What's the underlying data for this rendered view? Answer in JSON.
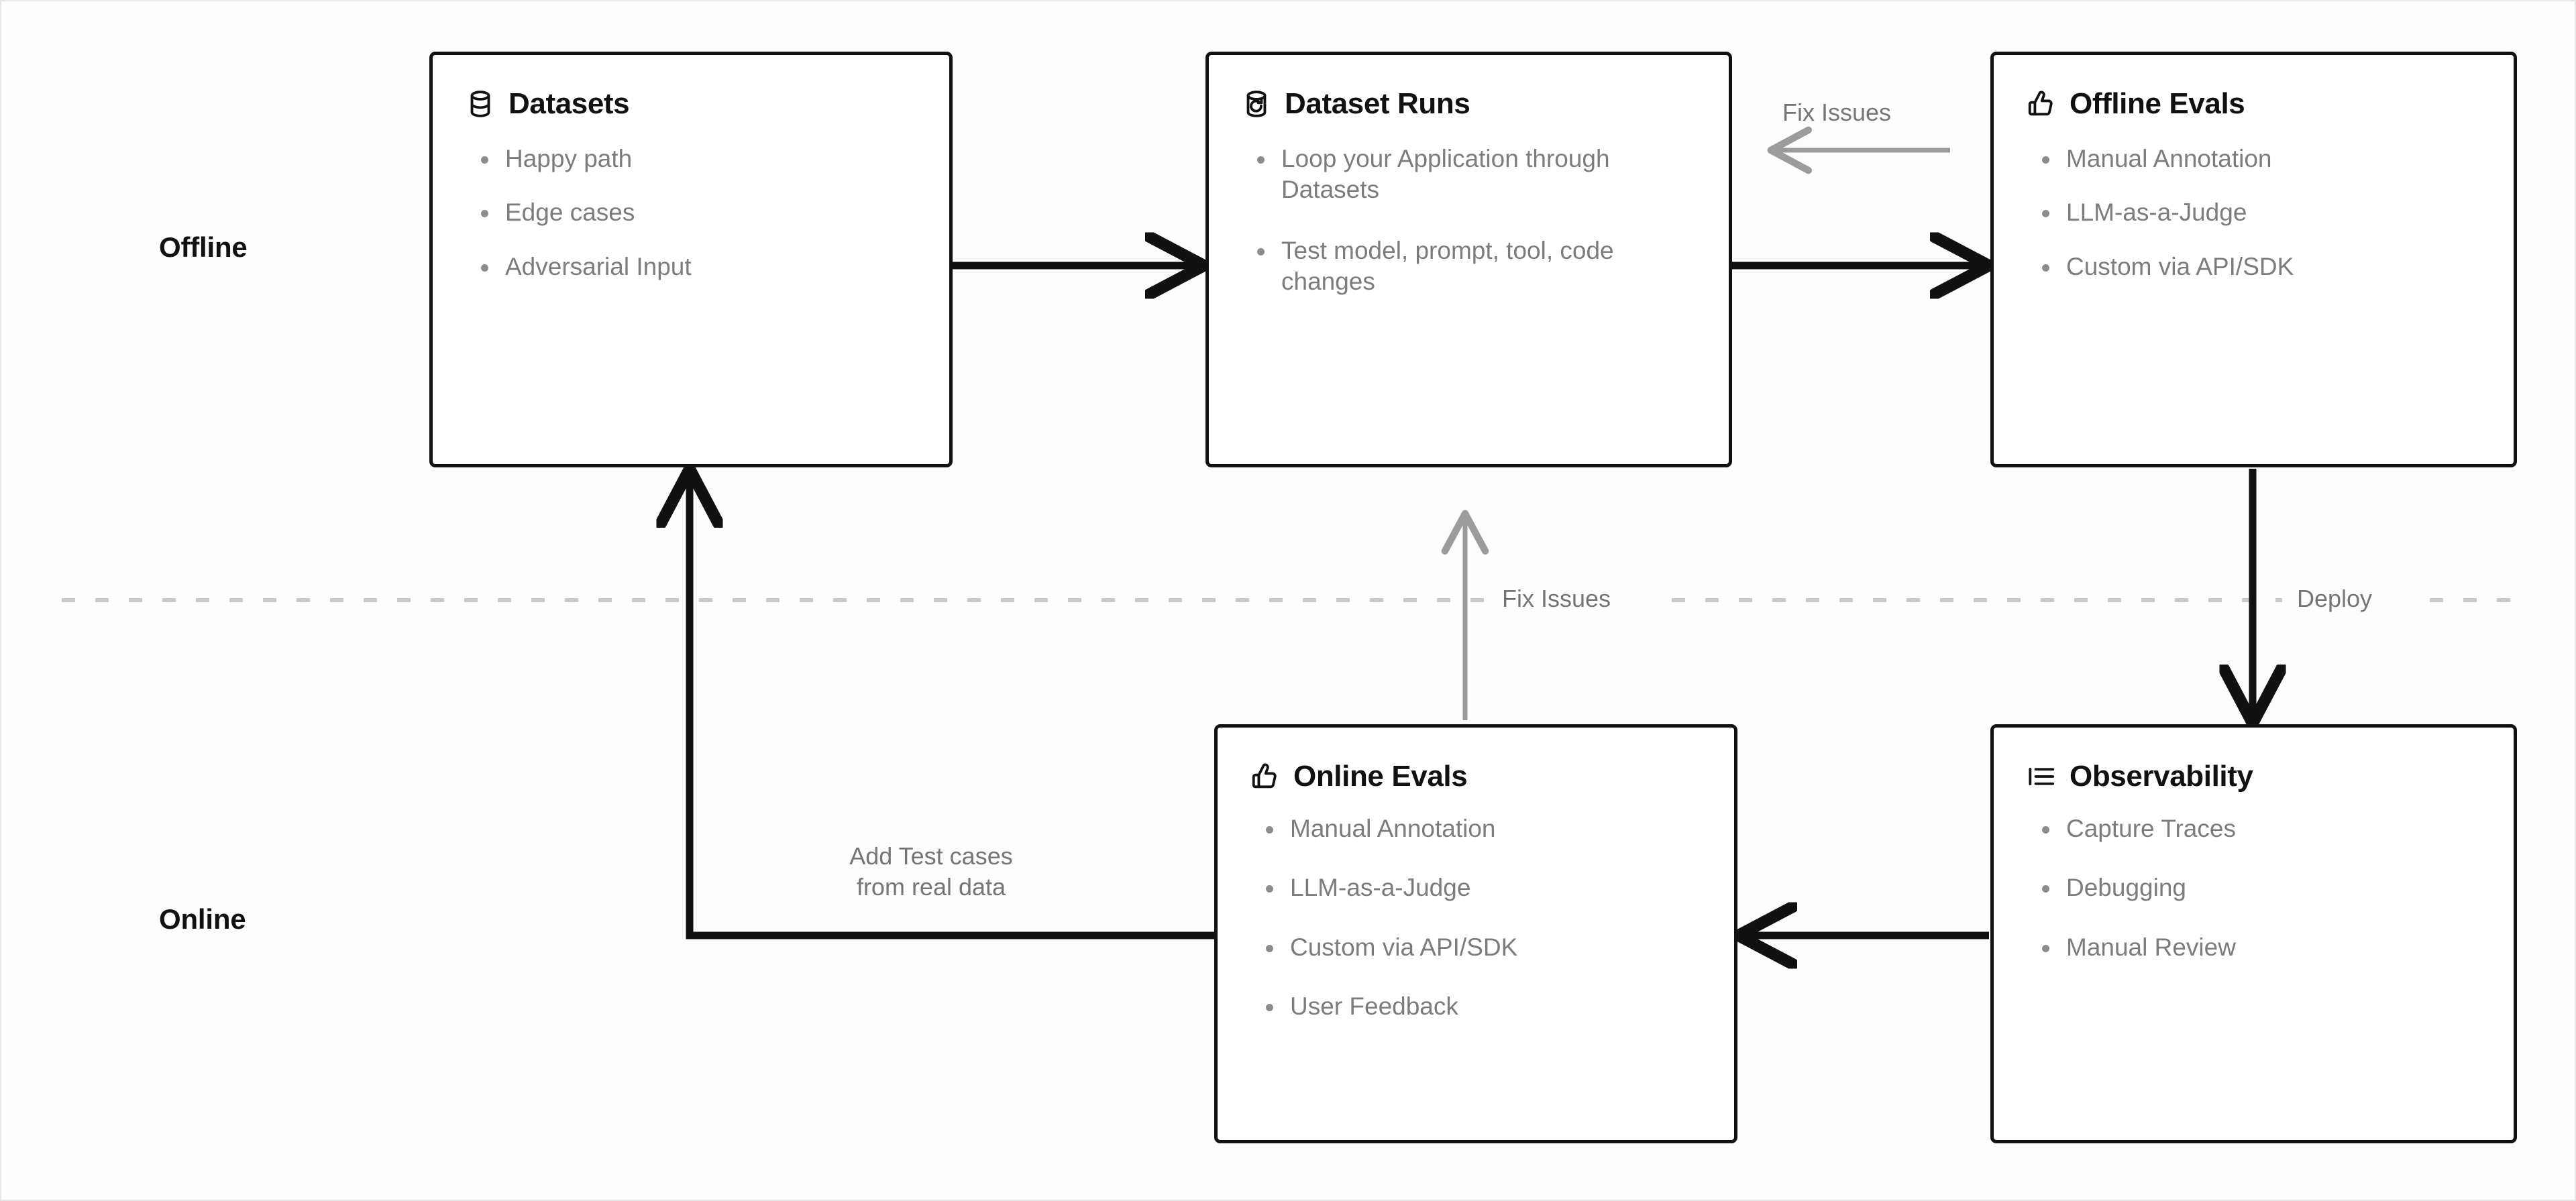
{
  "lanes": {
    "offline": "Offline",
    "online": "Online"
  },
  "colors": {
    "node_border": "#111111",
    "node_title": "#111111",
    "bullet_text": "#7c7c7c",
    "edge_black": "#111111",
    "edge_gray": "#9c9c9c",
    "divider": "#c9c9c9",
    "canvas": "#fdfdfd"
  },
  "nodes": [
    {
      "id": "datasets",
      "title": "Datasets",
      "icon": "database-icon",
      "items": [
        "Happy path",
        "Edge cases",
        "Adversarial Input"
      ]
    },
    {
      "id": "dataset-runs",
      "title": "Dataset Runs",
      "icon": "database-refresh-icon",
      "items": [
        "Loop your Application through Datasets",
        "Test model, prompt, tool, code changes"
      ]
    },
    {
      "id": "offline-evals",
      "title": "Offline Evals",
      "icon": "thumbs-up-icon",
      "items": [
        "Manual Annotation",
        "LLM-as-a-Judge",
        "Custom via API/SDK"
      ]
    },
    {
      "id": "online-evals",
      "title": "Online Evals",
      "icon": "thumbs-up-icon",
      "items": [
        "Manual Annotation",
        "LLM-as-a-Judge",
        "Custom via API/SDK",
        "User Feedback"
      ]
    },
    {
      "id": "observability",
      "title": "Observability",
      "icon": "list-indent-icon",
      "items": [
        "Capture Traces",
        "Debugging",
        "Manual Review"
      ]
    }
  ],
  "edges": {
    "fix_issues_top": "Fix Issues",
    "fix_issues_middle": "Fix Issues",
    "deploy": "Deploy",
    "add_test_cases_line1": "Add Test cases",
    "add_test_cases_line2": "from real data"
  }
}
